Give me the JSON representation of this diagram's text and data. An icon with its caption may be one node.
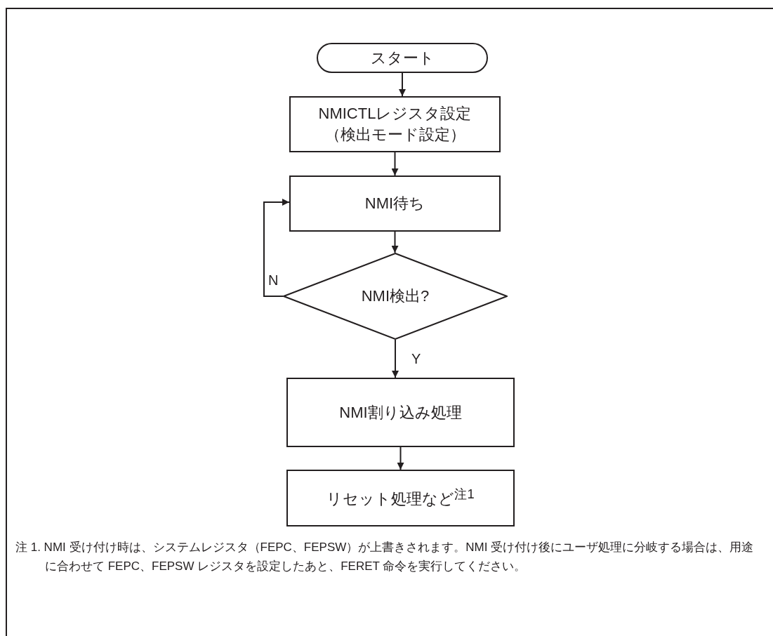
{
  "diagram": {
    "nodes": [
      {
        "text": [
          "スタート"
        ]
      },
      {
        "text": [
          "NMICTLレジスタ設定（検出モード設定）"
        ]
      },
      {
        "text": [
          "NMI待ち"
        ]
      },
      {
        "text": [
          "NMI検出?"
        ]
      },
      {
        "text": [
          "NMI割り込み処理"
        ]
      },
      {
        "text": [
          "リセット処理など$^{注1}$"
        ]
      }
    ],
    "edges": [
      {
        "from": 0,
        "to": 1,
        "arrow": "to"
      },
      {
        "from": 1,
        "to": 2,
        "arrow": "to"
      },
      {
        "from": 2,
        "to": 3,
        "arrow": "to"
      },
      {
        "from": 3,
        "to": 2,
        "arrow": "to",
        "label": "N"
      },
      {
        "from": 3,
        "to": 4,
        "arrow": "to",
        "label": "Y"
      },
      {
        "from": 4,
        "to": 5,
        "arrow": "to"
      }
    ],
    "labels": [
      "注 1.  NMI 受け付け時は、システムレジスタ（FEPC、FEPSW）が上書きされます。NMI 受け付け後にユーザ処理に分岐する場合は、用途に合わせて FEPC、FEPSW レジスタを設定したあと、FERET 命令を実行してください。"
    ]
  }
}
